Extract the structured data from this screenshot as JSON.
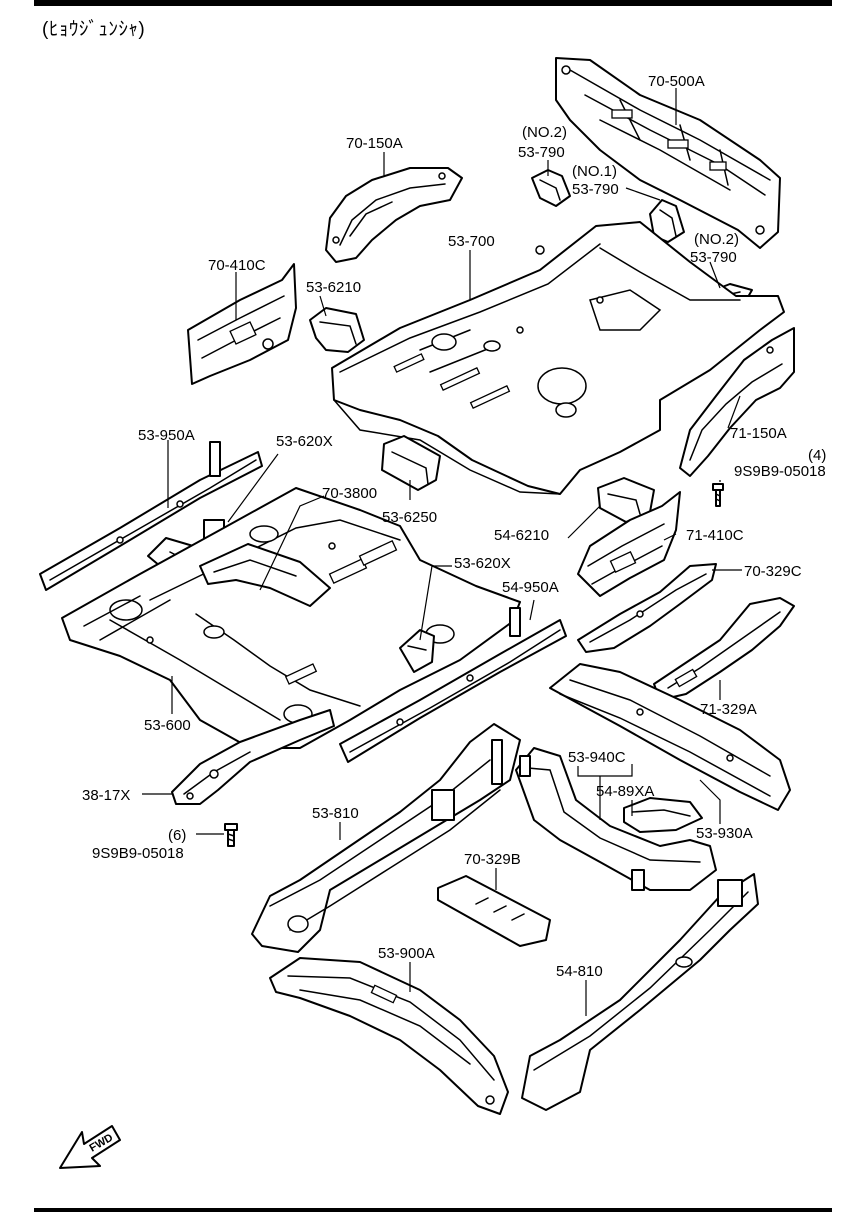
{
  "heading": "(ﾋｮｳｼﾞｭﾝｼｬ)",
  "fwd_badge": "FWD",
  "labels": {
    "p70_500A": "70-500A",
    "no2_a": "(NO.2)",
    "p53_790_a": "53-790",
    "no1": "(NO.1)",
    "p53_790_b": "53-790",
    "no2_b": "(NO.2)",
    "p53_790_c": "53-790",
    "p70_150A": "70-150A",
    "p70_410C": "70-410C",
    "p53_700": "53-700",
    "p53_6210": "53-6210",
    "p71_150A": "71-150A",
    "qty4": "(4)",
    "bolt_right": "9S9B9-05018",
    "p53_950A": "53-950A",
    "p53_620X_a": "53-620X",
    "p70_3800": "70-3800",
    "p53_6250": "53-6250",
    "p54_6210": "54-6210",
    "p71_410C": "71-410C",
    "p53_620X_b": "53-620X",
    "p54_950A": "54-950A",
    "p70_329C": "70-329C",
    "p53_600": "53-600",
    "p71_329A": "71-329A",
    "p38_17X": "38-17X",
    "p53_940C": "53-940C",
    "p54_89XA": "54-89XA",
    "p53_810": "53-810",
    "p53_930A": "53-930A",
    "qty6": "(6)",
    "bolt_left": "9S9B9-05018",
    "p70_329B": "70-329B",
    "p53_900A": "53-900A",
    "p54_810": "54-810"
  }
}
